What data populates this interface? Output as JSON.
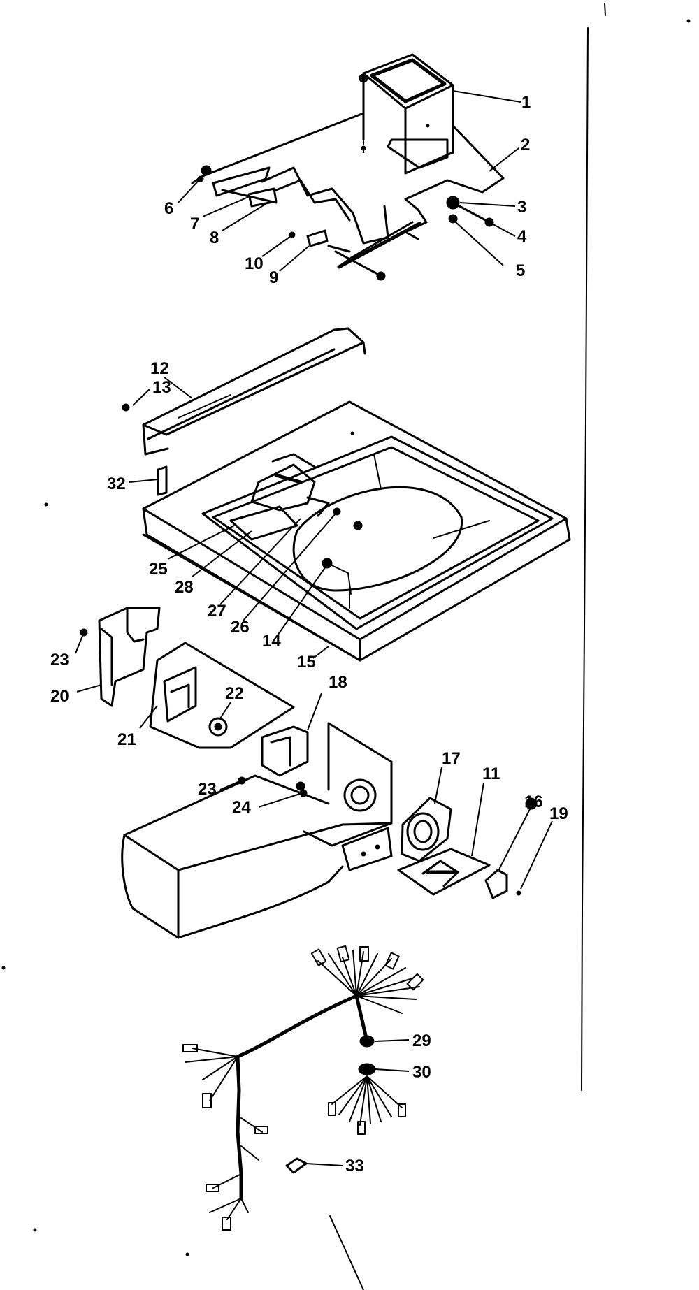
{
  "diagram": {
    "type": "exploded-parts-view",
    "callouts": [
      {
        "id": "c1",
        "label": "1"
      },
      {
        "id": "c2",
        "label": "2"
      },
      {
        "id": "c3",
        "label": "3"
      },
      {
        "id": "c4",
        "label": "4"
      },
      {
        "id": "c5",
        "label": "5"
      },
      {
        "id": "c6",
        "label": "6"
      },
      {
        "id": "c7",
        "label": "7"
      },
      {
        "id": "c8",
        "label": "8"
      },
      {
        "id": "c9",
        "label": "9"
      },
      {
        "id": "c10",
        "label": "10"
      },
      {
        "id": "c12",
        "label": "12"
      },
      {
        "id": "c13",
        "label": "13"
      },
      {
        "id": "c32",
        "label": "32"
      },
      {
        "id": "c25",
        "label": "25"
      },
      {
        "id": "c28",
        "label": "28"
      },
      {
        "id": "c27",
        "label": "27"
      },
      {
        "id": "c26",
        "label": "26"
      },
      {
        "id": "c14",
        "label": "14"
      },
      {
        "id": "c15",
        "label": "15"
      },
      {
        "id": "c23a",
        "label": "23"
      },
      {
        "id": "c20",
        "label": "20"
      },
      {
        "id": "c21",
        "label": "21"
      },
      {
        "id": "c22",
        "label": "22"
      },
      {
        "id": "c18",
        "label": "18"
      },
      {
        "id": "c23b",
        "label": "23"
      },
      {
        "id": "c24",
        "label": "24"
      },
      {
        "id": "c17",
        "label": "17"
      },
      {
        "id": "c11",
        "label": "11"
      },
      {
        "id": "c16",
        "label": "16"
      },
      {
        "id": "c19",
        "label": "19"
      },
      {
        "id": "c29",
        "label": "29"
      },
      {
        "id": "c30",
        "label": "30"
      },
      {
        "id": "c33",
        "label": "33"
      }
    ]
  }
}
